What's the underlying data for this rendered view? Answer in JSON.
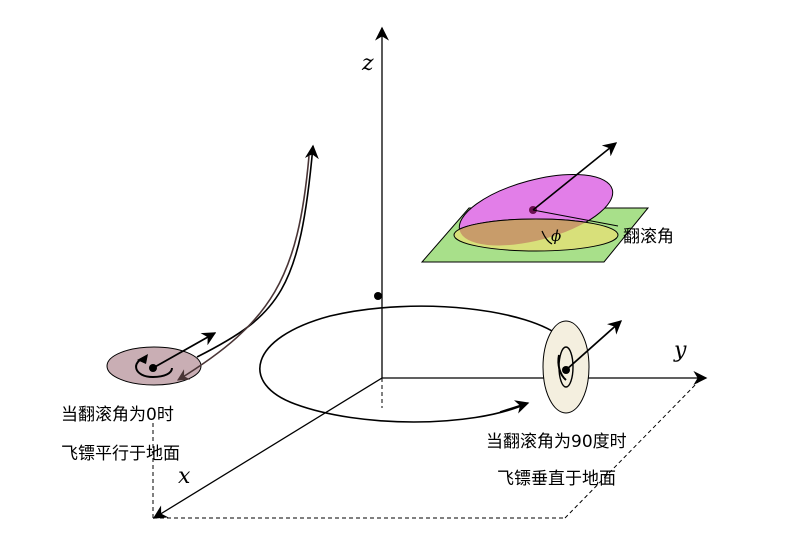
{
  "axes": {
    "x": "x",
    "y": "y",
    "z": "z"
  },
  "roll_label": "翻滚角",
  "phi_symbol": "ϕ",
  "left_caption": {
    "line1": "当翻滚角为0时",
    "line2": "飞镖平行于地面"
  },
  "right_caption": {
    "line1": "当翻滚角为90度时",
    "line2": "飞镖垂直于地面"
  },
  "colors": {
    "magenta_ellipse": "#e27ee8",
    "green_plane": "#a8e08a",
    "yellow_ellipse": "#d8e07a",
    "overlap": "#c89c6a",
    "left_disc": "#c9aeb4",
    "right_disc": "#f4efdf"
  }
}
